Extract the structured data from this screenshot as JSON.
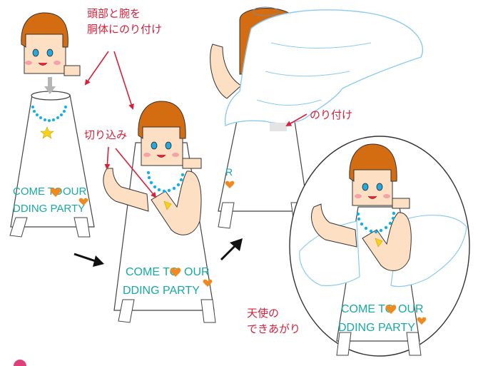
{
  "labels": {
    "attach_head_arms_line1": "頭部と腕を",
    "attach_head_arms_line2": "胴体にのり付け",
    "cut_in": "切り込み",
    "glue": "のり付け",
    "finished_line1": "天使の",
    "finished_line2": "できあがり"
  },
  "banner": {
    "line1_part1": "COME TO",
    "line1_part2": "OUR",
    "line2": "DDING PARTY"
  },
  "colors": {
    "annotation_red": "#d8203a",
    "hair": "#d46c12",
    "skin": "#fde0c4",
    "eye_blue": "#27a8e0",
    "bead_blue": "#12b0e8",
    "banner_teal": "#17a9a5",
    "heart_orange": "#ef8a1e",
    "star_yellow": "#f7d218",
    "wing_outline": "#8ccaf0",
    "arrow_gray": "#b5b5b5",
    "arrow_black": "#111111"
  }
}
